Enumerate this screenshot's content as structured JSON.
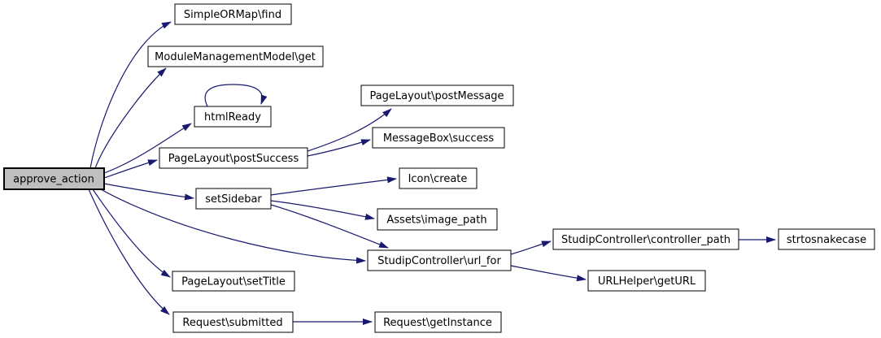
{
  "diagram": {
    "type": "call-graph",
    "background": "#ffffff",
    "edge_color": "#191970",
    "node_border_color": "#000000",
    "node_fill": "#ffffff",
    "highlight_fill": "#bfbfbf",
    "root_node": "approve_action"
  },
  "nodes": [
    {
      "id": "approve_action",
      "label": "approve_action",
      "highlighted": true
    },
    {
      "id": "SimpleORMap-find",
      "label": "SimpleORMap\\find",
      "highlighted": false
    },
    {
      "id": "ModuleManagementModel-get",
      "label": "ModuleManagementModel\\get",
      "highlighted": false
    },
    {
      "id": "htmlReady",
      "label": "htmlReady",
      "highlighted": false
    },
    {
      "id": "PageLayout-postSuccess",
      "label": "PageLayout\\postSuccess",
      "highlighted": false
    },
    {
      "id": "setSidebar",
      "label": "setSidebar",
      "highlighted": false
    },
    {
      "id": "PageLayout-postMessage",
      "label": "PageLayout\\postMessage",
      "highlighted": false
    },
    {
      "id": "MessageBox-success",
      "label": "MessageBox\\success",
      "highlighted": false
    },
    {
      "id": "Icon-create",
      "label": "Icon\\create",
      "highlighted": false
    },
    {
      "id": "Assets-image_path",
      "label": "Assets\\image_path",
      "highlighted": false
    },
    {
      "id": "StudipController-url_for",
      "label": "StudipController\\url_for",
      "highlighted": false
    },
    {
      "id": "PageLayout-setTitle",
      "label": "PageLayout\\setTitle",
      "highlighted": false
    },
    {
      "id": "Request-submitted",
      "label": "Request\\submitted",
      "highlighted": false
    },
    {
      "id": "Request-getInstance",
      "label": "Request\\getInstance",
      "highlighted": false
    },
    {
      "id": "StudipController-controller_path",
      "label": "StudipController\\controller_path",
      "highlighted": false
    },
    {
      "id": "strtosnakecase",
      "label": "strtosnakecase",
      "highlighted": false
    },
    {
      "id": "URLHelper-getURL",
      "label": "URLHelper\\getURL",
      "highlighted": false
    }
  ],
  "edges": [
    {
      "from": "approve_action",
      "to": "SimpleORMap\\find"
    },
    {
      "from": "approve_action",
      "to": "ModuleManagementModel\\get"
    },
    {
      "from": "approve_action",
      "to": "htmlReady"
    },
    {
      "from": "approve_action",
      "to": "PageLayout\\postSuccess"
    },
    {
      "from": "approve_action",
      "to": "setSidebar"
    },
    {
      "from": "approve_action",
      "to": "StudipController\\url_for"
    },
    {
      "from": "approve_action",
      "to": "PageLayout\\setTitle"
    },
    {
      "from": "approve_action",
      "to": "Request\\submitted"
    },
    {
      "from": "htmlReady",
      "to": "htmlReady"
    },
    {
      "from": "PageLayout\\postSuccess",
      "to": "PageLayout\\postMessage"
    },
    {
      "from": "PageLayout\\postSuccess",
      "to": "MessageBox\\success"
    },
    {
      "from": "setSidebar",
      "to": "Icon\\create"
    },
    {
      "from": "setSidebar",
      "to": "Assets\\image_path"
    },
    {
      "from": "setSidebar",
      "to": "StudipController\\url_for"
    },
    {
      "from": "StudipController\\url_for",
      "to": "StudipController\\controller_path"
    },
    {
      "from": "StudipController\\url_for",
      "to": "URLHelper\\getURL"
    },
    {
      "from": "StudipController\\controller_path",
      "to": "strtosnakecase"
    },
    {
      "from": "Request\\submitted",
      "to": "Request\\getInstance"
    }
  ]
}
